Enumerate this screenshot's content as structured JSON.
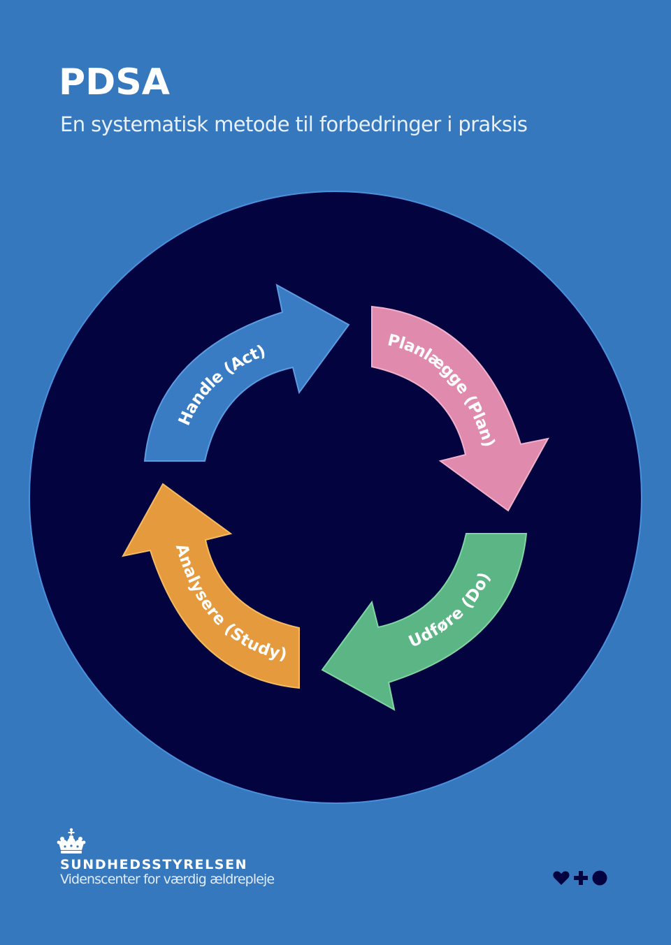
{
  "header": {
    "title": "PDSA",
    "subtitle": "En systematisk metode til forbedringer i praksis"
  },
  "cycle": {
    "steps": [
      {
        "label": "Handle (Act)",
        "color": "#3a7cc4",
        "stroke": "#5c9ce0"
      },
      {
        "label": "Planlægge (Plan)",
        "color": "#e08aad",
        "stroke": "#f1b0cb"
      },
      {
        "label": "Udføre (Do)",
        "color": "#5bb584",
        "stroke": "#7fd6a4"
      },
      {
        "label": "Analysere (Study)",
        "color": "#e59a3d",
        "stroke": "#f5bb63"
      }
    ],
    "background": "#03033f"
  },
  "footer": {
    "org_name": "SUNDHEDSSTYRELSEN",
    "org_subtitle": "Videnscenter for værdig ældrepleje",
    "logo_icon": "crown-icon",
    "symbols": [
      "heart-icon",
      "plus-icon",
      "circle-icon"
    ]
  }
}
